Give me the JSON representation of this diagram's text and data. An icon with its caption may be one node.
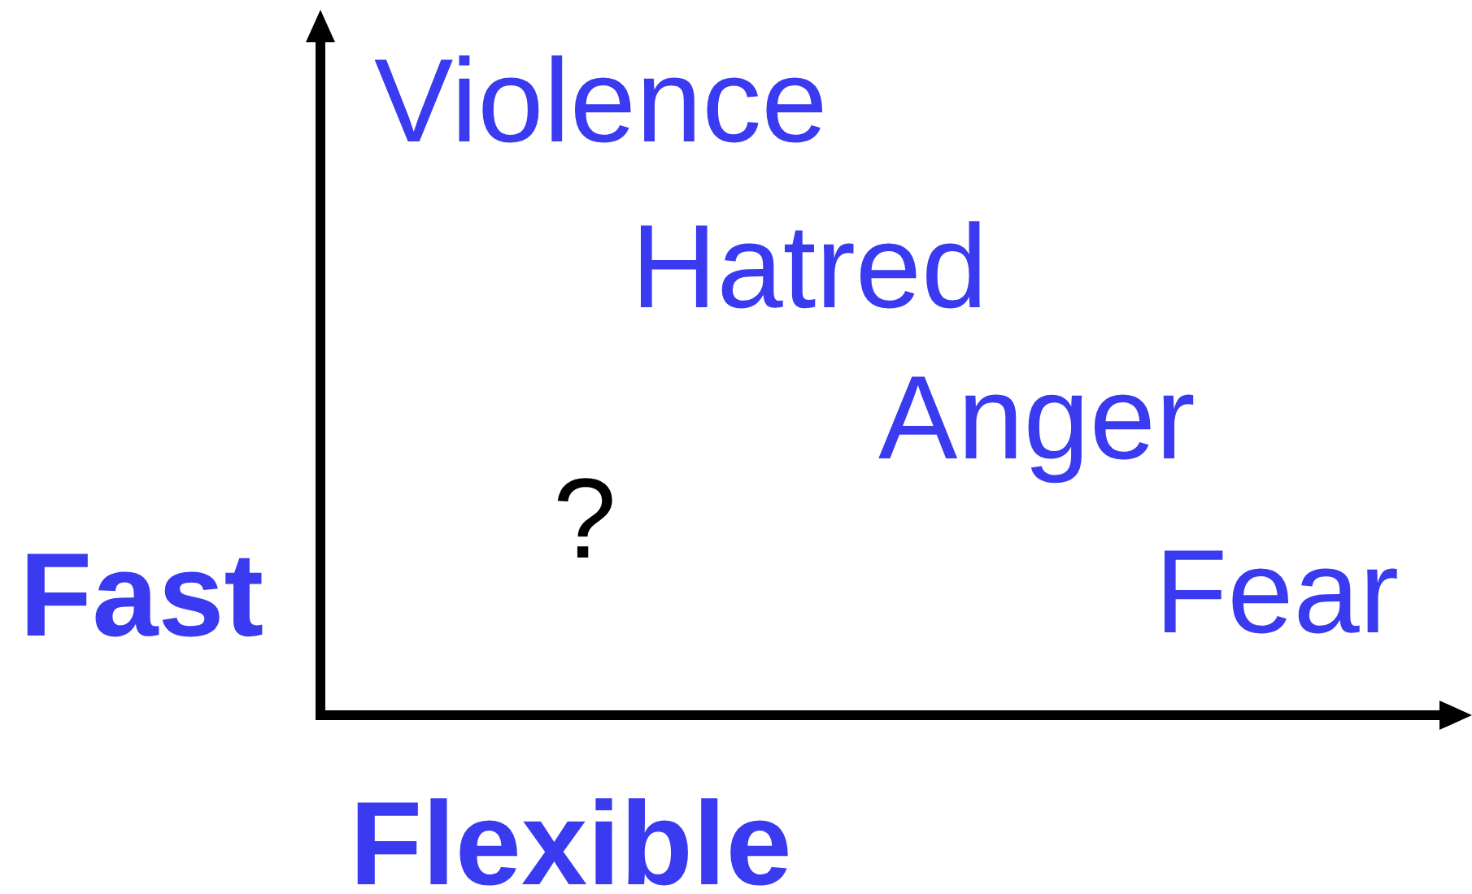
{
  "diagram": {
    "labels": [
      "Violence",
      "Hatred",
      "Anger",
      "?",
      "Fast",
      "Fear",
      "Flexible"
    ]
  }
}
